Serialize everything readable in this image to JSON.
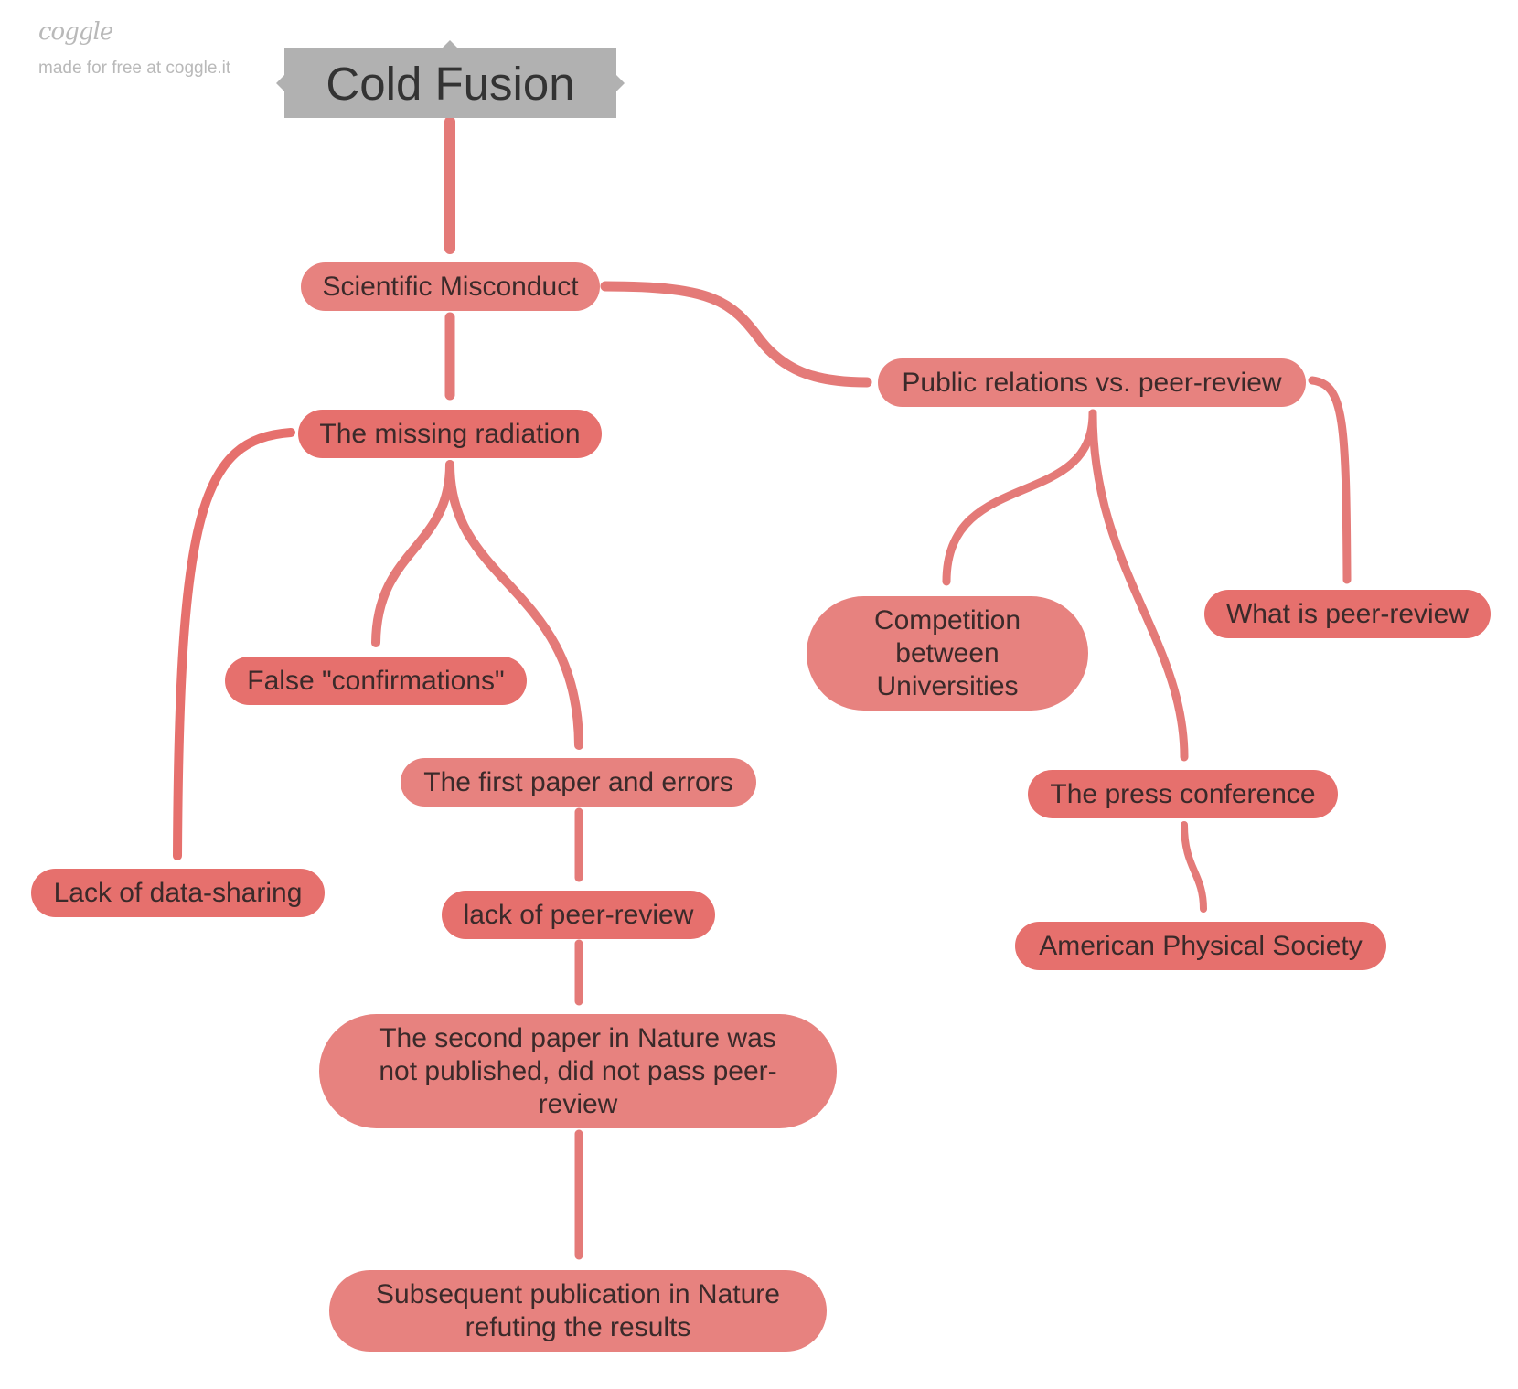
{
  "brand": {
    "logo": "coggle",
    "tagline": "made for free at coggle.it"
  },
  "colors": {
    "branch_light": "#e7827f",
    "branch_dark": "#e6706d",
    "root": "#b1b1b1"
  },
  "map": {
    "root": "Cold Fusion",
    "nodes": {
      "scientific_misconduct": "Scientific Misconduct",
      "missing_radiation": "The missing radiation",
      "public_relations": "Public relations vs. peer-review",
      "false_confirmations": "False \"confirmations\"",
      "first_paper": "The first paper and errors",
      "lack_data_sharing": "Lack of data-sharing",
      "lack_peer_review": "lack of peer-review",
      "second_paper": "The second paper in Nature was not published, did not pass peer-review",
      "subsequent_publication": "Subsequent publication in Nature refuting the results",
      "competition": "Competition between Universities",
      "what_is_peer_review": "What is peer-review",
      "press_conference": "The press conference",
      "aps": "American Physical Society"
    }
  }
}
